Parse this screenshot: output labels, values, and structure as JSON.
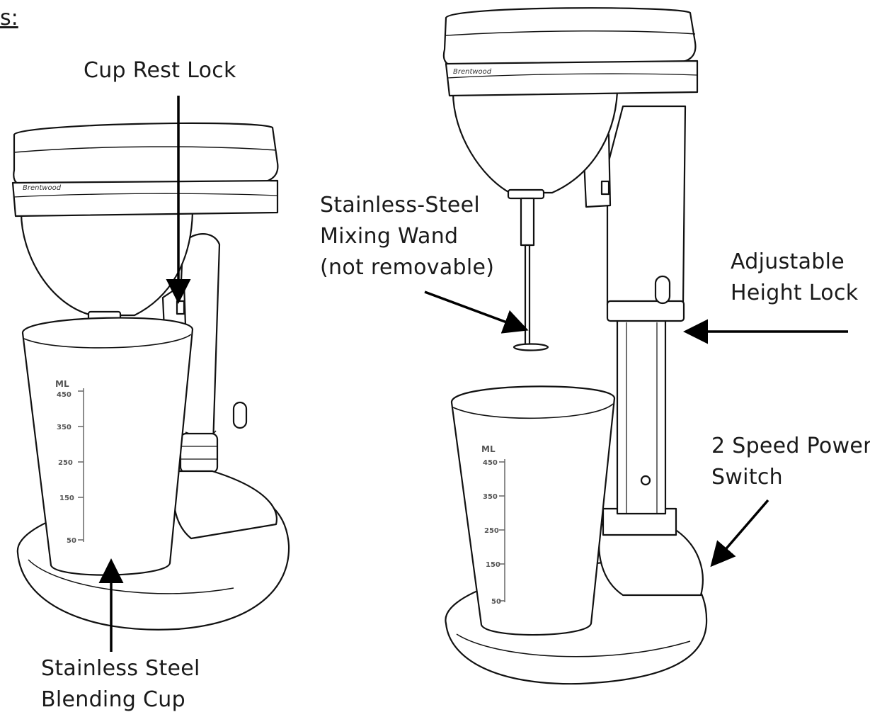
{
  "heading_fragment": "s:",
  "brand": "Brentwood",
  "labels": {
    "cup_rest_lock": "Cup Rest Lock",
    "mixing_wand": [
      "Stainless-Steel",
      "Mixing Wand",
      "(not removable)"
    ],
    "height_lock": [
      "Adjustable",
      "Height Lock"
    ],
    "power_switch": [
      "2 Speed Power",
      "Switch"
    ],
    "blending_cup": [
      "Stainless Steel",
      "Blending Cup"
    ]
  },
  "cup_markings": {
    "unit": "ML",
    "levels": [
      "450",
      "350",
      "250",
      "150",
      "50"
    ]
  }
}
